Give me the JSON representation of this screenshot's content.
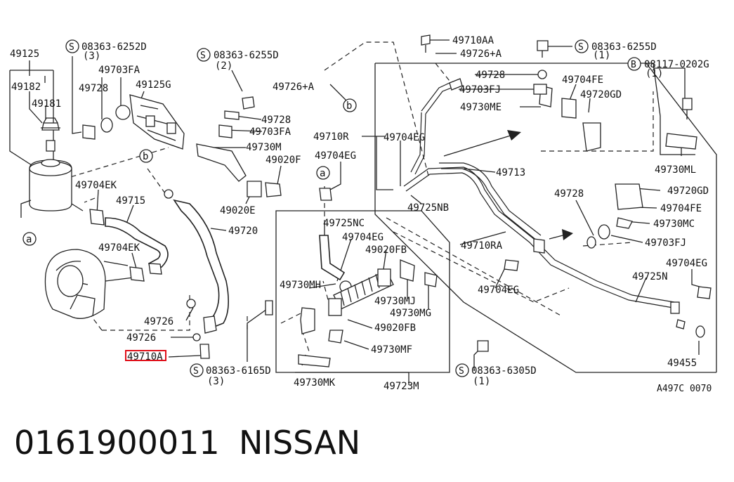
{
  "parts": {
    "p49125": "49125",
    "p49182": "49182",
    "p49181": "49181",
    "s08363_6252D": "08363-6252D",
    "q3a": "(3)",
    "p49703FA": "49703FA",
    "p49728_a": "49728",
    "p49125G": "49125G",
    "s08363_6255D_a": "08363-6255D",
    "q2": "(2)",
    "p49728_b": "49728",
    "p49703FA_b": "49703FA",
    "p49730M": "49730M",
    "p49020F": "49020F",
    "p49020E": "49020E",
    "p49720": "49720",
    "p49704EK_a": "49704EK",
    "p49715": "49715",
    "p49704EK_b": "49704EK",
    "p49726_a": "49726",
    "p49726_b": "49726",
    "p49710A": "49710A",
    "s08363_6165D": "08363-6165D",
    "q3b": "(3)",
    "p49726A": "49726+A",
    "p49710R": "49710R",
    "p49704EG_a": "49704EG",
    "p49725NC": "49725NC",
    "p49704EG_b": "49704EG",
    "p49020FB_a": "49020FB",
    "p49730MH": "49730MH",
    "p49730MJ": "49730MJ",
    "p49730MG": "49730MG",
    "p49020FB_b": "49020FB",
    "p49730MF": "49730MF",
    "p49730MK": "49730MK",
    "p49723M": "49723M",
    "p49710AA": "49710AA",
    "p49726A_b": "49726+A",
    "p49728_c": "49728",
    "p49703FJ_a": "49703FJ",
    "p49730ME": "49730ME",
    "p49704FE_a": "49704FE",
    "p49720GD_a": "49720GD",
    "s08363_6255D_b": "08363-6255D",
    "q1a": "(1)",
    "b08117_0202G": "08117-0202G",
    "q1b": "(1)",
    "p49730ML": "49730ML",
    "p49704EG_c": "49704EG",
    "p49713": "49713",
    "p49725NB": "49725NB",
    "p49710RA": "49710RA",
    "p49704EG_d": "49704EG",
    "p49728_d": "49728",
    "p49720GD_b": "49720GD",
    "p49704FE_b": "49704FE",
    "p49730MC": "49730MC",
    "p49703FJ_b": "49703FJ",
    "p49725N": "49725N",
    "p49704EG_e": "49704EG",
    "p49455": "49455",
    "s08363_6305D": "08363-6305D",
    "q1c": "(1)"
  },
  "markers": {
    "a": "a",
    "b": "b",
    "S": "S",
    "B": "B"
  },
  "footer": {
    "ref_code": "A497C 0070",
    "part_number": "0161900011",
    "brand": "NISSAN"
  },
  "highlight_color": "#e0101a"
}
